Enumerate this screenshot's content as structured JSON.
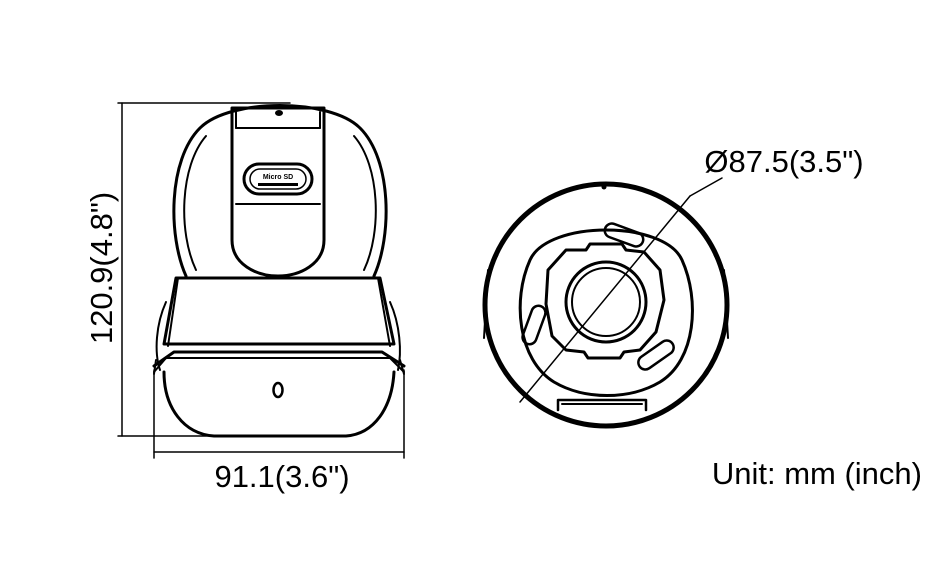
{
  "dimensions": {
    "height_label": "120.9(4.8\")",
    "width_label": "91.1(3.6\")",
    "diameter_label": "Ø87.5(3.5\")"
  },
  "unit_label": "Unit: mm (inch)",
  "card_slot_text": "Micro SD"
}
